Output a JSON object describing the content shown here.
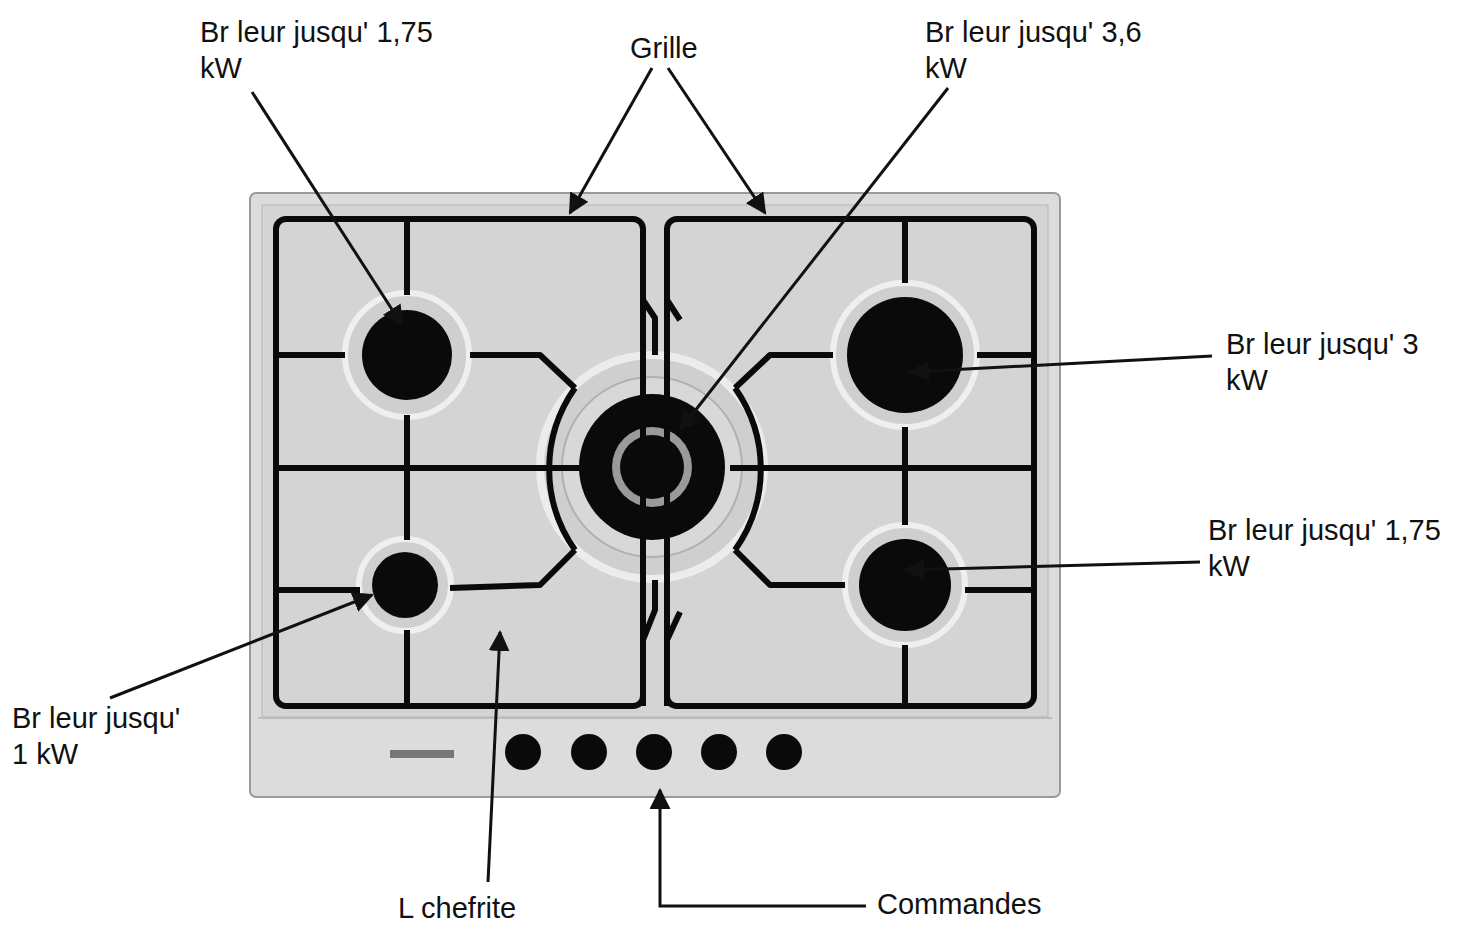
{
  "diagram": {
    "labels": [
      "Br leur jusqu' 1,75 kW",
      "Grille",
      "Br leur jusqu' 3,6 kW",
      "Br leur jusqu' 3 kW",
      "Br leur jusqu' 1,75 kW",
      "Br leur jusqu' 1 kW",
      "L chefrite",
      "Commandes"
    ]
  }
}
